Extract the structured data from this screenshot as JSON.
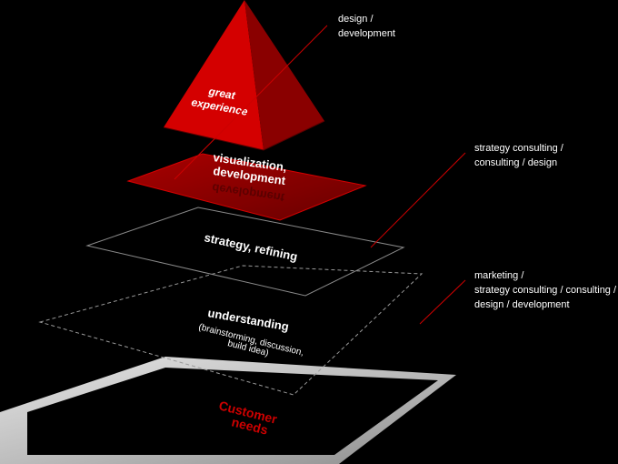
{
  "colors": {
    "background": "#000000",
    "accent": "#cc0000",
    "accent_dark": "#8a0000",
    "text": "#ffffff",
    "frame": "#cfcfcf"
  },
  "pyramid": {
    "label_line1": "great",
    "label_line2": "experience"
  },
  "layers": {
    "visualization": {
      "line1": "visualization,",
      "line2": "development"
    },
    "strategy": {
      "line1": "strategy, refining"
    },
    "understanding": {
      "line1": "understanding",
      "line2": "(brainstorming, discussion,",
      "line3": "build idea)"
    },
    "base": {
      "line1": "Customer",
      "line2": "needs"
    }
  },
  "annotations": [
    {
      "lines": [
        "design /",
        "development"
      ]
    },
    {
      "lines": [
        "strategy consulting /",
        "consulting / design"
      ]
    },
    {
      "lines": [
        "marketing /",
        "strategy consulting / consulting /",
        "design / development"
      ]
    }
  ]
}
